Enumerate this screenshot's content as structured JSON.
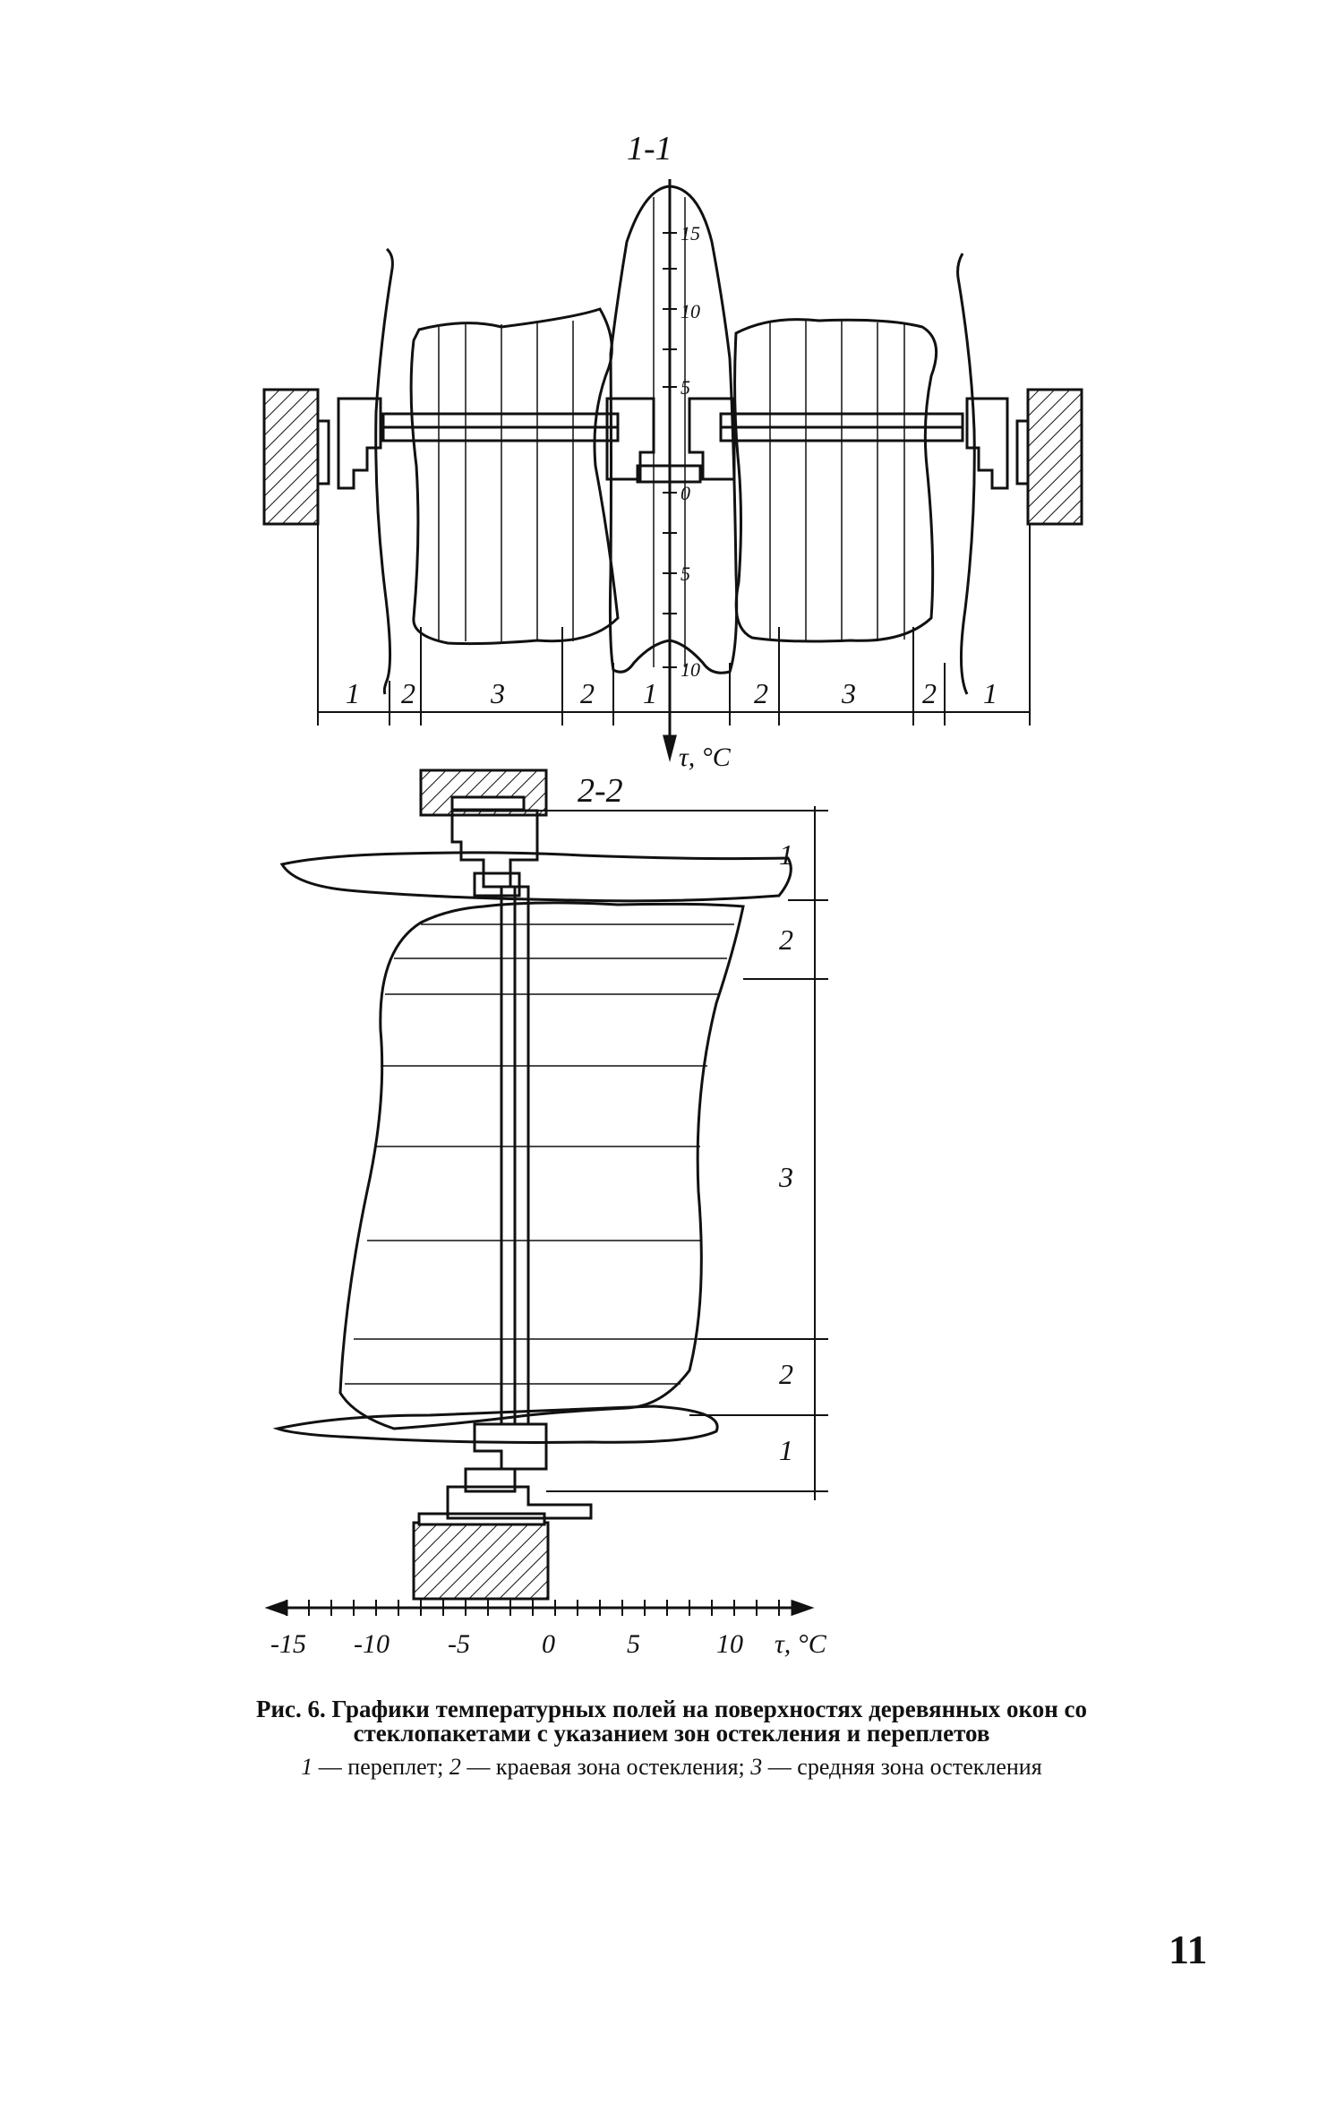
{
  "section_top": {
    "label": "1-1",
    "axis_label": "τ, °C",
    "axis_ticks": [
      "15",
      "10",
      "5",
      "0",
      "5",
      "10"
    ],
    "zones": [
      "1",
      "2",
      "3",
      "2",
      "1",
      "2",
      "3",
      "2",
      "1"
    ]
  },
  "section_bottom": {
    "label": "2-2",
    "axis_label": "τ, °C",
    "axis_ticks": [
      "-15",
      "-10",
      "-5",
      "0",
      "5",
      "10"
    ],
    "zones": [
      "1",
      "2",
      "3",
      "2",
      "1"
    ]
  },
  "caption": {
    "title_line1": "Рис. 6. Графики температурных полей на поверхностях деревянных окон со",
    "title_line2": "стеклопакетами с указанием зон остекления и переплетов",
    "legend_1_num": "1",
    "legend_1_text": " — переплет; ",
    "legend_2_num": "2",
    "legend_2_text": " — краевая зона остекления; ",
    "legend_3_num": "3",
    "legend_3_text": " — средняя зона остекления"
  },
  "page_number": "11",
  "colors": {
    "ink": "#111111",
    "paper": "#ffffff"
  }
}
